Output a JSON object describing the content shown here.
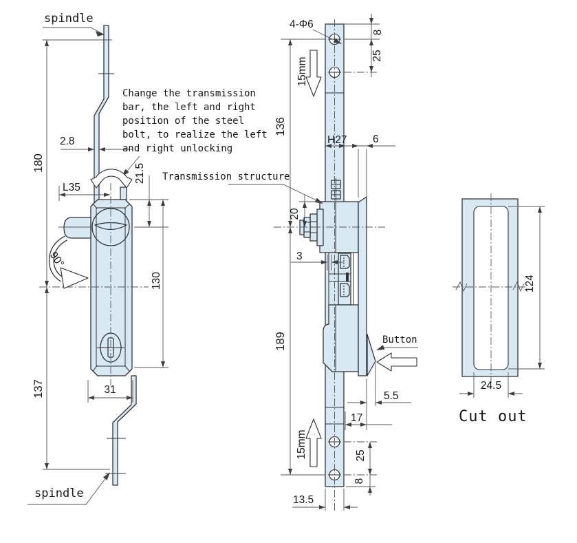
{
  "colors": {
    "background": "#ffffff",
    "part_fill": "#d9e9f4",
    "outline": "#2e2e33",
    "dimension_line": "#52525a",
    "text": "#17171a"
  },
  "front_view": {
    "spindle_top_label": "spindle",
    "spindle_bottom_label": "spindle",
    "rotation_label": "90°",
    "note_lines": [
      "Change the transmission",
      "bar, the left and right",
      "position of the steel",
      "bolt, to realize the left",
      "and right unlocking"
    ],
    "dims": {
      "upper_height": "180",
      "lower_height": "137",
      "bar_thickness": "2.8",
      "spindle_offset": "L35",
      "knob_center_offset": "21.5",
      "body_height": "130",
      "body_width": "31"
    }
  },
  "side_view": {
    "transmission_label": "Transmission structure",
    "button_label": "Button",
    "dims": {
      "mounting_holes": "4-Φ6",
      "top_hole_edge": "8",
      "top_hole_pitch": "25",
      "stroke_up": "15mm",
      "stroke_down": "15mm",
      "upper_height": "136",
      "lower_height": "189",
      "bar_width": "H27",
      "flange_thickness": "6",
      "knob_height": "20",
      "gap": "3",
      "button_offset": "5.5",
      "depth": "17",
      "bottom_hole_pitch": "25",
      "bottom_hole_edge": "8",
      "end_offset": "13.5"
    }
  },
  "cutout_view": {
    "title": "Cut out",
    "dims": {
      "height": "124",
      "width": "24.5"
    }
  }
}
